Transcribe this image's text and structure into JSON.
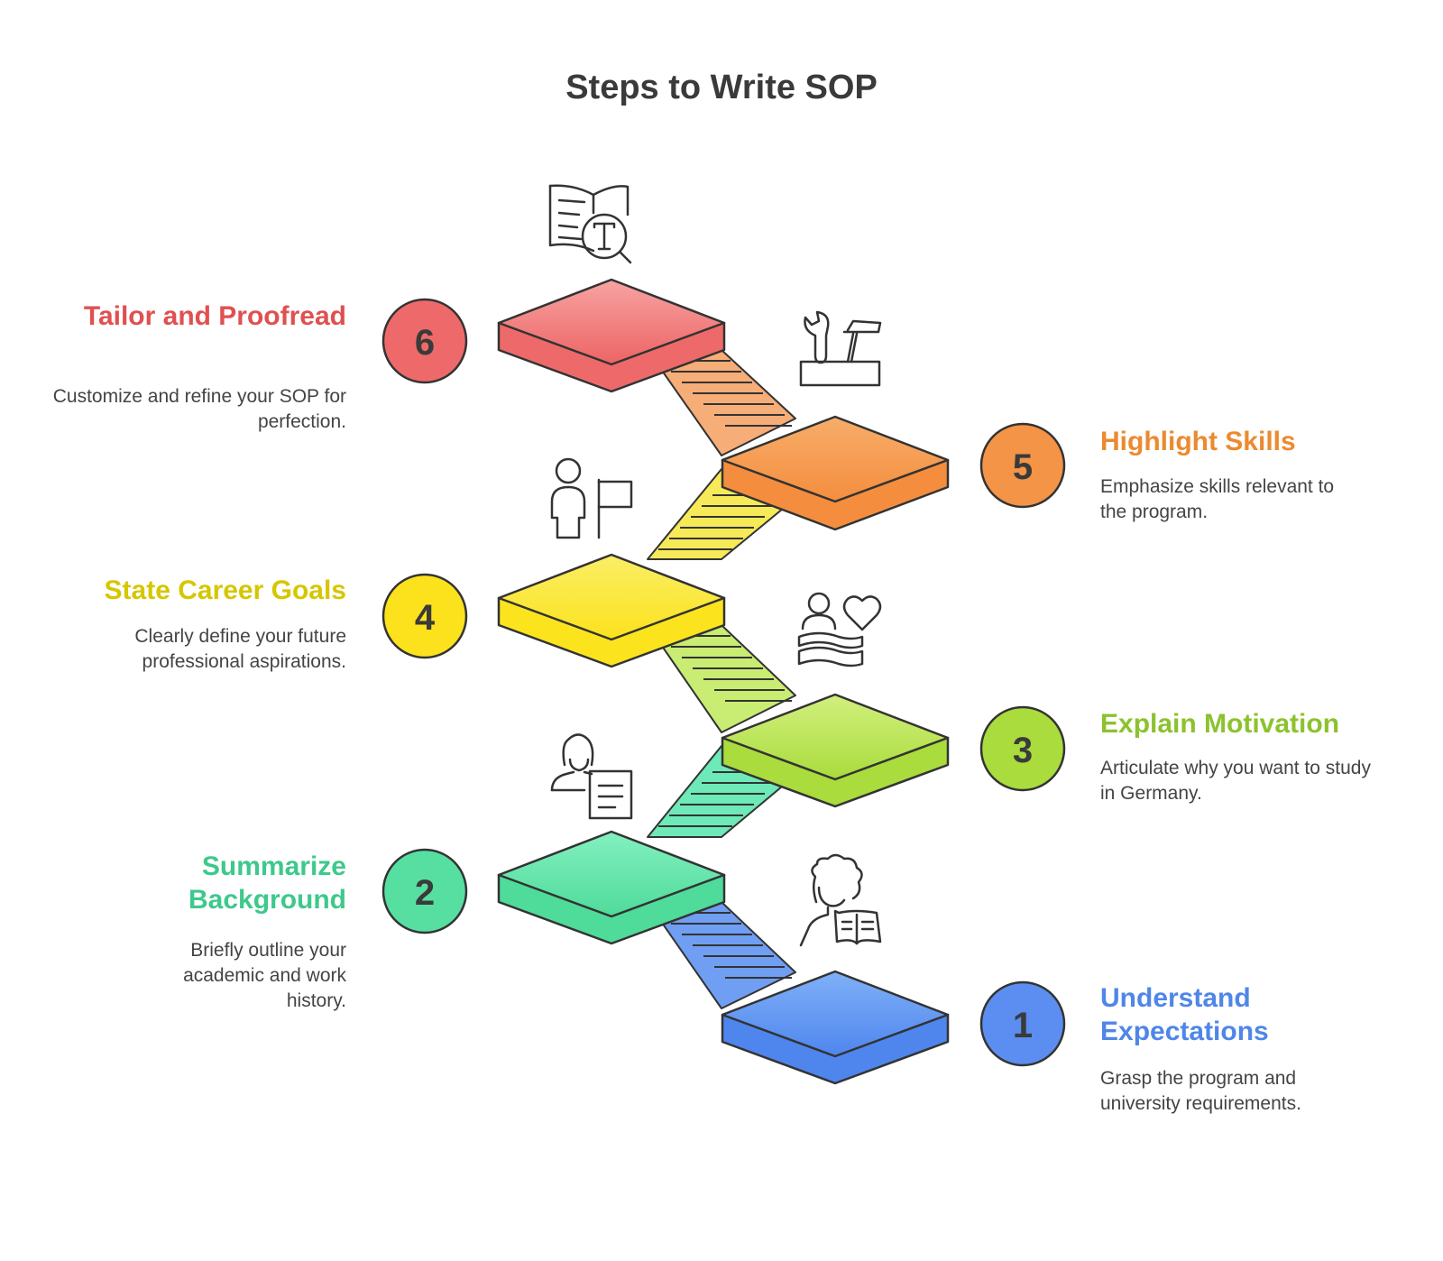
{
  "title": "Steps to Write SOP",
  "steps": [
    {
      "number": "1",
      "title": "Understand Expectations",
      "desc": "Grasp the program and university requirements.",
      "color": "#4f86e8",
      "icon": "student-reading-icon"
    },
    {
      "number": "2",
      "title": "Summarize Background",
      "desc": "Briefly outline your academic and work history.",
      "color": "#3dc98b",
      "icon": "profile-document-icon"
    },
    {
      "number": "3",
      "title": "Explain Motivation",
      "desc": "Articulate why you want to study in Germany.",
      "color": "#8cc22e",
      "icon": "person-heart-icon"
    },
    {
      "number": "4",
      "title": "State Career Goals",
      "desc": "Clearly define your future professional aspirations.",
      "color": "#d9c800",
      "icon": "person-flag-icon"
    },
    {
      "number": "5",
      "title": "Highlight Skills",
      "desc": "Emphasize skills relevant to the program.",
      "color": "#ec8a2f",
      "icon": "toolbox-icon"
    },
    {
      "number": "6",
      "title": "Tailor and Proofread",
      "desc": "Customize and refine your SOP for perfection.",
      "color": "#e05050",
      "icon": "book-magnifier-icon"
    }
  ]
}
